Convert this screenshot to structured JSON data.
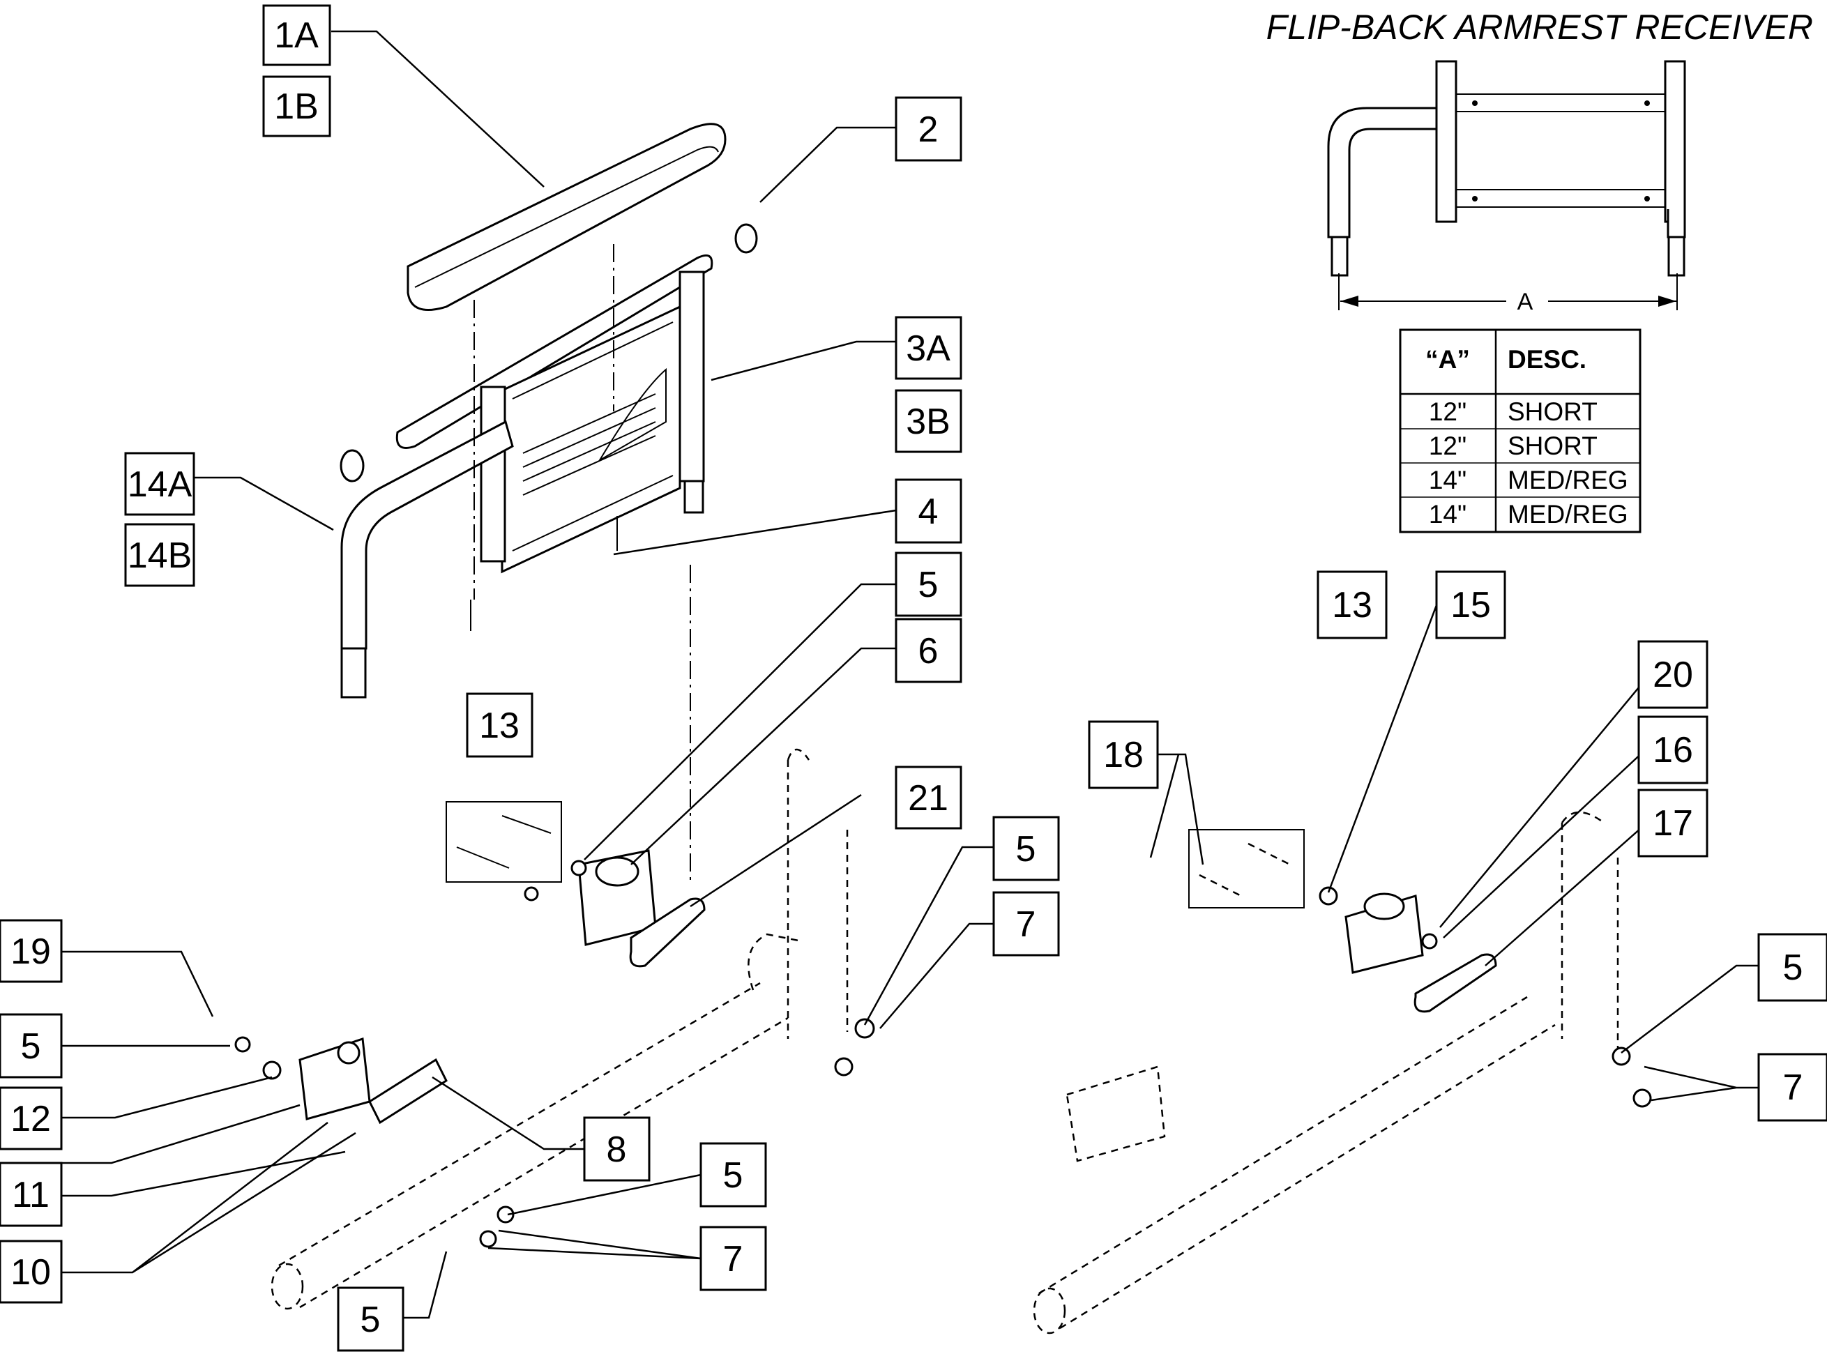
{
  "title": "FLIP-BACK ARMREST RECEIVER",
  "dimension_label": "A",
  "table": {
    "headers": [
      "“A”",
      "DESC."
    ],
    "rows": [
      [
        "12\"",
        "SHORT"
      ],
      [
        "12\"",
        "SHORT"
      ],
      [
        "14\"",
        "MED/REG"
      ],
      [
        "14\"",
        "MED/REG"
      ]
    ]
  },
  "callouts": [
    {
      "label": "1A"
    },
    {
      "label": "1B"
    },
    {
      "label": "2"
    },
    {
      "label": "3A"
    },
    {
      "label": "3B"
    },
    {
      "label": "14A"
    },
    {
      "label": "14B"
    },
    {
      "label": "4"
    },
    {
      "label": "5"
    },
    {
      "label": "6"
    },
    {
      "label": "13"
    },
    {
      "label": "21"
    },
    {
      "label": "5"
    },
    {
      "label": "7"
    },
    {
      "label": "19"
    },
    {
      "label": "5"
    },
    {
      "label": "12"
    },
    {
      "label": "11"
    },
    {
      "label": "10"
    },
    {
      "label": "8"
    },
    {
      "label": "5"
    },
    {
      "label": "7"
    },
    {
      "label": "5"
    },
    {
      "label": "13"
    },
    {
      "label": "15"
    },
    {
      "label": "20"
    },
    {
      "label": "18"
    },
    {
      "label": "16"
    },
    {
      "label": "17"
    },
    {
      "label": "5"
    },
    {
      "label": "7"
    }
  ]
}
